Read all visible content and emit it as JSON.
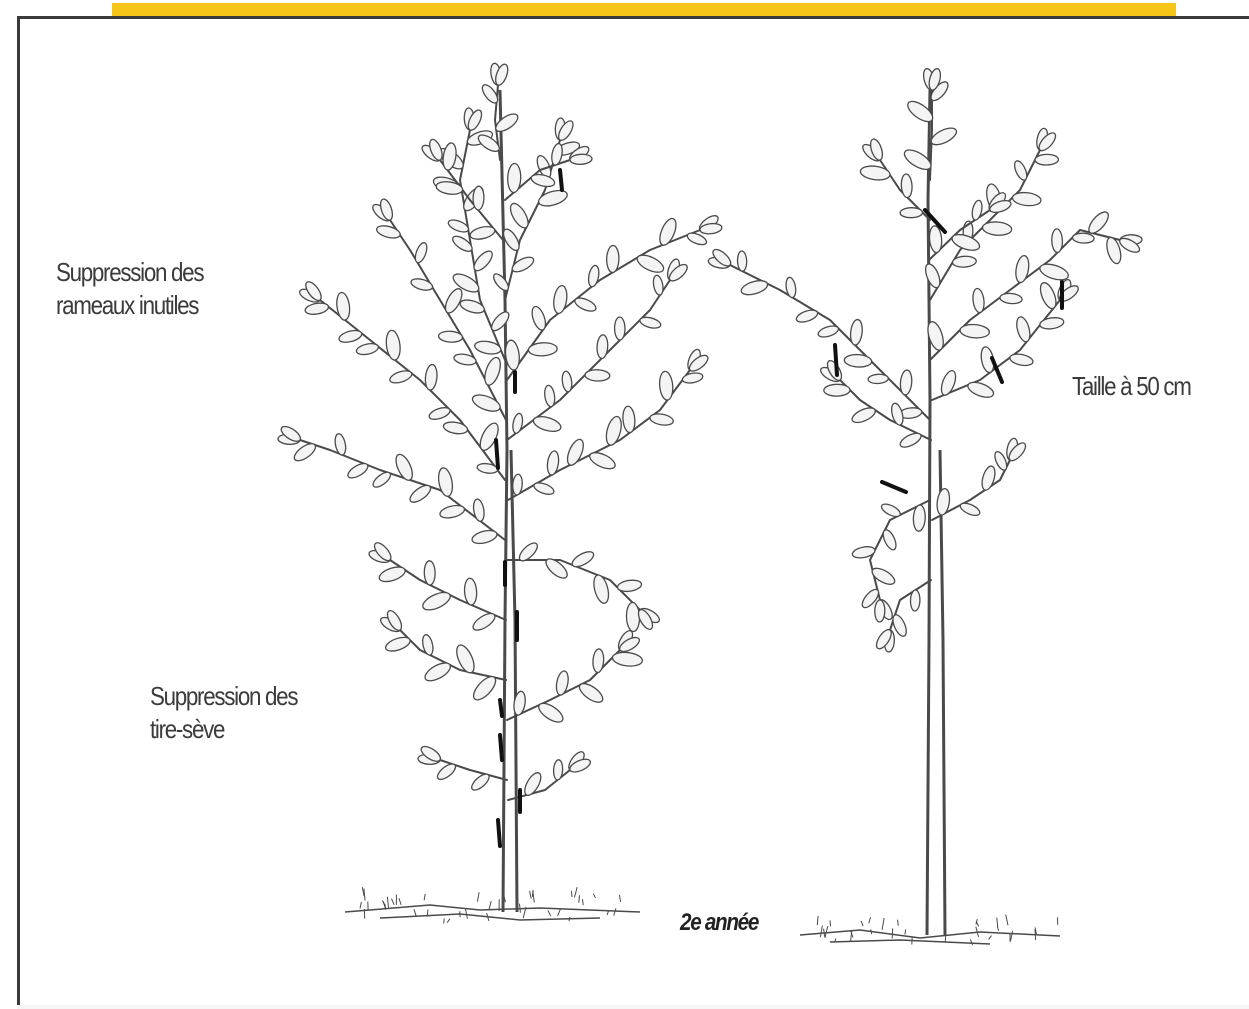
{
  "colors": {
    "accent_bar": "#f5c518",
    "frame": "#3a3a3a",
    "ink": "#4a4a4a",
    "leaf_fill": "#f4f4f4",
    "background": "#ffffff"
  },
  "labels": {
    "suppression_rameaux": [
      "Suppression des",
      "rameaux inutiles"
    ],
    "suppression_tire_seve": [
      "Suppression des",
      "tire-sève"
    ],
    "taille": "Taille à 50 cm",
    "annee": "2e année"
  }
}
